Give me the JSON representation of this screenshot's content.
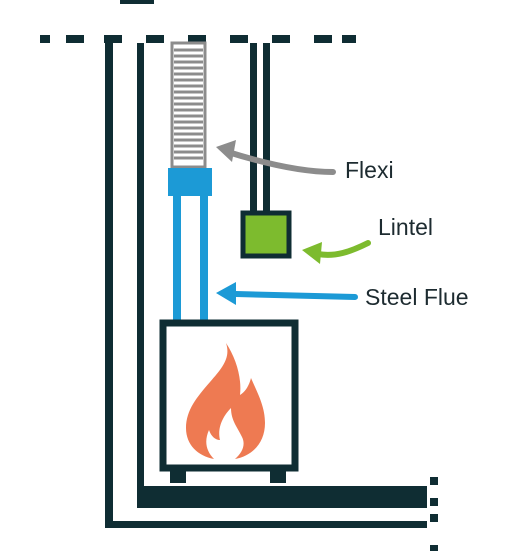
{
  "labels": {
    "flexi": "Flexi",
    "lintel": "Lintel",
    "steel_flue": "Steel Flue"
  },
  "colors": {
    "structure": "#0f2d33",
    "flexi_gray": "#8c8c8c",
    "flue_blue": "#1c9ad6",
    "lintel_green": "#7dbb2e",
    "flame_orange": "#ee7a52",
    "text": "#1d2b30"
  },
  "icons": {
    "stove": "flame-icon"
  }
}
